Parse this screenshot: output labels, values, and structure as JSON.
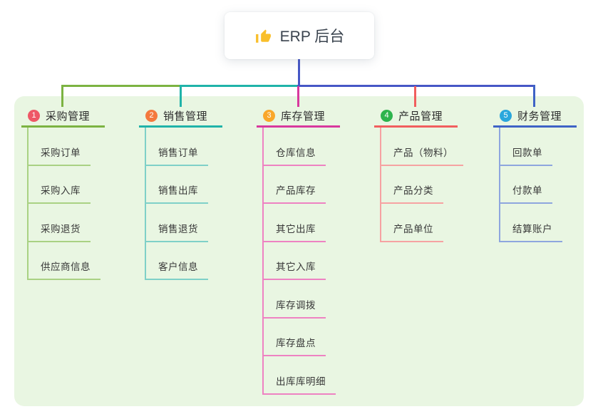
{
  "canvas": {
    "background": "#ffffff",
    "panel_color": "#e9f6e2"
  },
  "root": {
    "label": "ERP 后台",
    "icon": "thumbs-up-icon",
    "icon_color": "#f9bf2b",
    "line_color": "#4657c6"
  },
  "branches": [
    {
      "number": "1",
      "label": "采购管理",
      "badge_color": "#ee5766",
      "line_color": "#7cb342",
      "child_line_color": "#a9d183",
      "children": [
        "采购订单",
        "采购入库",
        "采购退货",
        "供应商信息"
      ]
    },
    {
      "number": "2",
      "label": "销售管理",
      "badge_color": "#f4793e",
      "line_color": "#20b3a9",
      "child_line_color": "#7fd0c8",
      "children": [
        "销售订单",
        "销售出库",
        "销售退货",
        "客户信息"
      ]
    },
    {
      "number": "3",
      "label": "库存管理",
      "badge_color": "#f9a72b",
      "line_color": "#d8399e",
      "child_line_color": "#ee82c2",
      "children": [
        "仓库信息",
        "产品库存",
        "其它出库",
        "其它入库",
        "库存调拨",
        "库存盘点",
        "出库库明细"
      ]
    },
    {
      "number": "4",
      "label": "产品管理",
      "badge_color": "#2db44d",
      "line_color": "#f15e5e",
      "child_line_color": "#f6a2a2",
      "children": [
        "产品（物料）",
        "产品分类",
        "产品单位"
      ]
    },
    {
      "number": "5",
      "label": "财务管理",
      "badge_color": "#2aa7dc",
      "line_color": "#3f63c6",
      "child_line_color": "#8ea6de",
      "children": [
        "回款单",
        "付款单",
        "结算账户"
      ]
    }
  ]
}
